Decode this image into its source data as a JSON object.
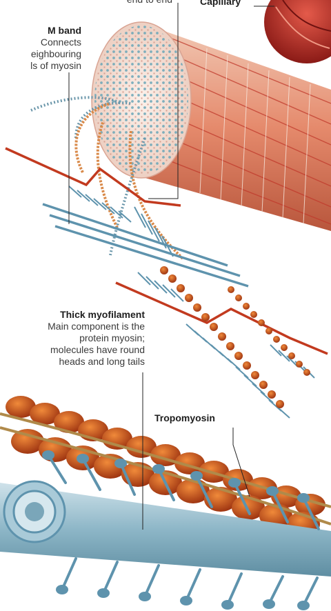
{
  "labels": {
    "top_partial": "end to end",
    "capillary": "Capillary",
    "m_band": {
      "title": "M band",
      "lines": [
        "Connects",
        "eighbouring",
        "ls of myosin"
      ]
    },
    "thick_myofilament": {
      "title": "Thick myofilament",
      "lines": [
        "Main component is the",
        "protein myosin;",
        "molecules have round",
        "heads and long tails"
      ]
    },
    "tropomyosin": "Tropomyosin"
  },
  "colors": {
    "myosin_blue": "#5e93ad",
    "actin_red": "#c23a1f",
    "fiber_cream": "#f4e3d6",
    "bead_orange": "#c8561c",
    "tropomyosin_tan": "#b08a4a",
    "leader_line": "#222222"
  }
}
